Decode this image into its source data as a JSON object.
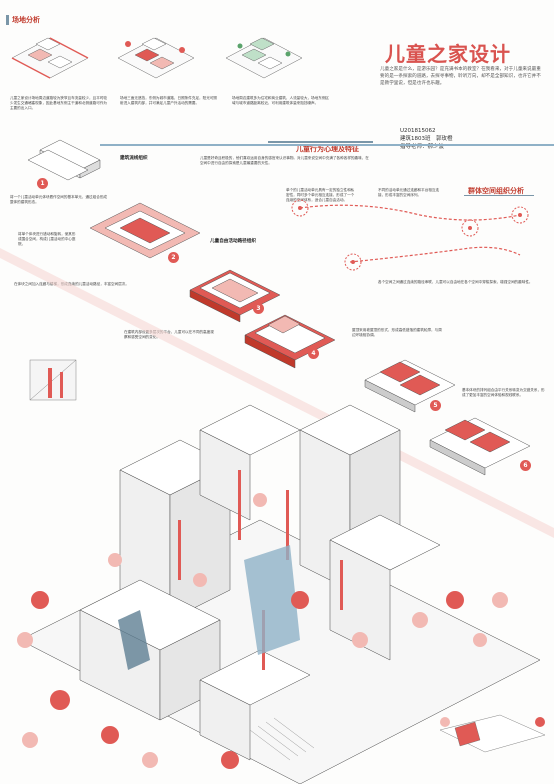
{
  "colors": {
    "accent": "#e05a55",
    "accent_light": "#f2b9b3",
    "blue": "#8fb1c7",
    "blue_dark": "#5f7f94",
    "line": "#555555"
  },
  "header": {
    "section_site": "场地分析",
    "title": "儿童之家设计",
    "tagline": "儿童之家是什么，是游乐园？是充满书本的教室？在我看来，对于儿童来说最重要的是一条探索的道路，去探寻事物，聆听万向，却不是全部知识，也许它并不是教学里说，但是也许也乐趣。",
    "student_id": "U201815062",
    "class_name": "建筑1803班　郭玫橙",
    "advisor": "指导老师：郝少波"
  },
  "site_notes": [
    "儿童之家设计场地周边道路较为狭窄且车流量较少，且平时较少发生交通堵塞现象，因此基地东侧主干道和北侧道路可作为主要的出入口。",
    "场地三面无遮挡，东侧为城市道路，日照条件充足，阳光可照射进入建筑内部，并可满足儿童户外活动的需要。",
    "场地周边建筑多为住宅和商业建筑，人流量较大，场地东侧区域与城市道路距离较近，可利用建筑体量来阻挡噪声。"
  ],
  "labels": {
    "circulation": "建筑流线组织",
    "child_path": "儿童自由活动路径组织",
    "psychology": "儿童行为心理及特征",
    "group_space": "群体空间组织分析"
  },
  "psych_text": "儿童是好奇且积极的，他们喜欢运用自身的感官来认识事物。对儿童来说空间中充满了各种各样的趣味，在空间中进行自由的探索是儿童最重要的天性。",
  "psych_note": "单个的儿童活动单元具有一定的独立性和私密性，同时多个单元相互连接，形成了一个连续的空间体系，适合儿童自由活动。",
  "group_notes": [
    "不同的活动单元通过连廊和平台相互连接，形成丰富的空间序列。",
    "各个空间之间通过连续的路径串联，儿童可以自由地在各个空间中穿梭探索，增强空间的趣味性。"
  ],
  "analysis_notes": [
    "将一个儿童活动单元体块看作空间的基本单元，通过组合形成整体的建筑形态。",
    "将单个体块进行错动和旋转，使其形成围合空间，构成儿童活动的中心庭院。",
    "在体块之间加入连廊与楼梯，形成连续的儿童活动路径，丰富空间层次。",
    "在建筑内部设置多层次的平台，儿童可以在不同的高度观察和感受空间的变化。",
    "屋顶采用坡屋顶的形式，形成高低错落的建筑轮廓，与周边环境相协调。",
    "基本体块的排列组合由平行关系转变为交错关系，形成了更加丰富的空间体验和视线联系。"
  ],
  "steps": [
    "1",
    "2",
    "3",
    "4",
    "5",
    "6"
  ]
}
